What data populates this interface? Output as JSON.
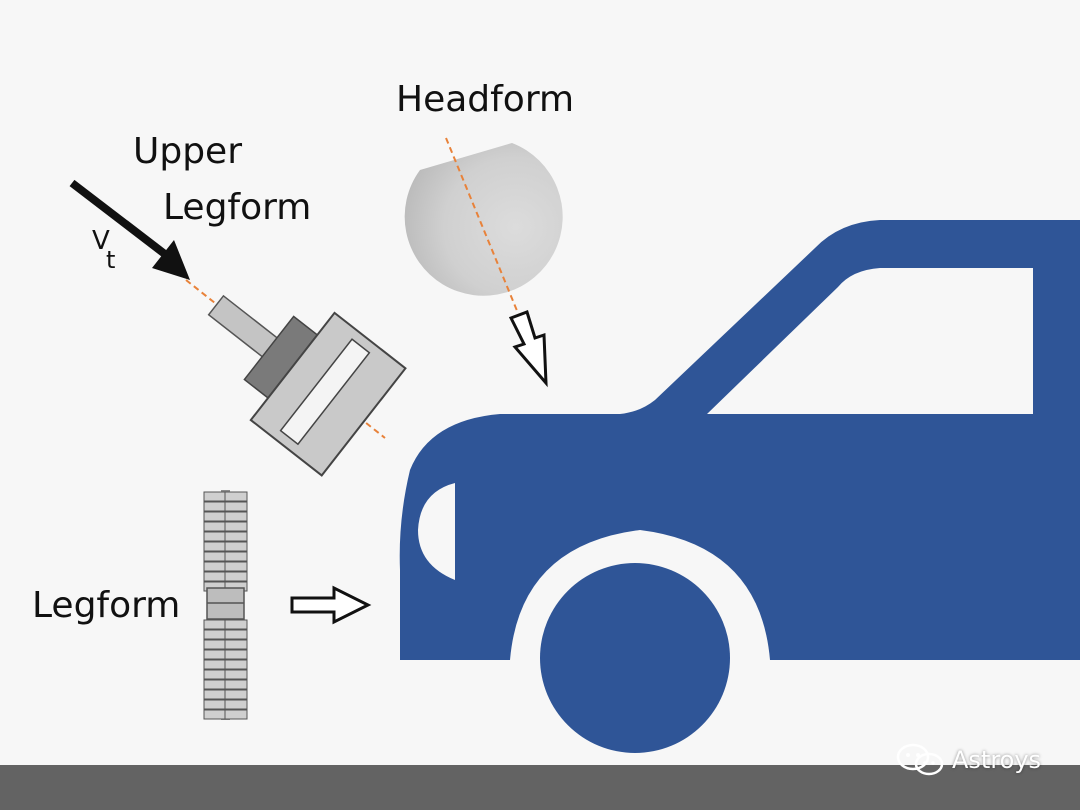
{
  "labels": {
    "headform": "Headform",
    "upper": "Upper",
    "legform_upper": "Legform",
    "legform": "Legform",
    "velocity_v": "V",
    "velocity_sub": "t"
  },
  "watermark": {
    "text": "Astroys"
  },
  "colors": {
    "car_body": "#2f5597",
    "window": "#f7f7f7",
    "ground": "#636363",
    "impactor_gray": "#c9c9c9",
    "impactor_dark": "#7a7a7a",
    "axis_line": "#e8823a",
    "background": "#f7f7f7"
  },
  "icons": [
    "velocity-arrow-icon",
    "impact-arrow-icon",
    "wechat-icon"
  ]
}
